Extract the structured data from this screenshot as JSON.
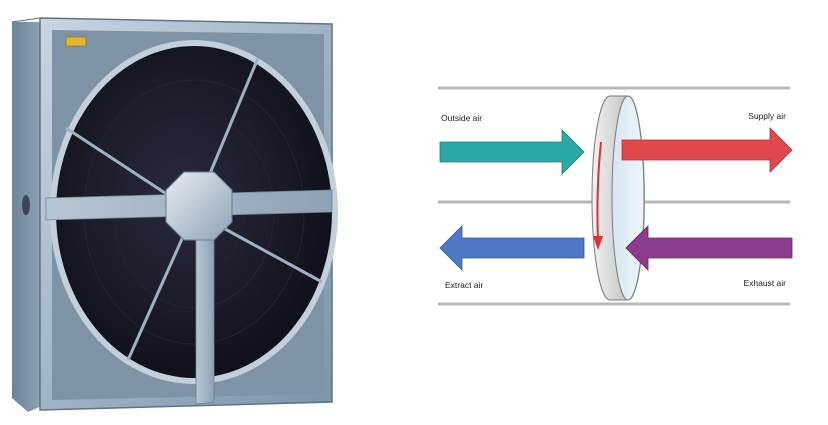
{
  "photo": {
    "label_plate": "",
    "frame_color": "#9fb4c6",
    "wheel_color": "#1b1b2b"
  },
  "diagram": {
    "labels": {
      "outside_air": "Outside air",
      "supply_air": "Supply air",
      "extract_air": "Extract air",
      "exhaust_air": "Exhaust air"
    },
    "colors": {
      "outside_air": "#2aa8a6",
      "supply_air": "#e0484c",
      "extract_air": "#4c78c4",
      "exhaust_air": "#8c3c8c",
      "rotation": "#e03030",
      "duct_lines": "#b8b8b8"
    }
  }
}
